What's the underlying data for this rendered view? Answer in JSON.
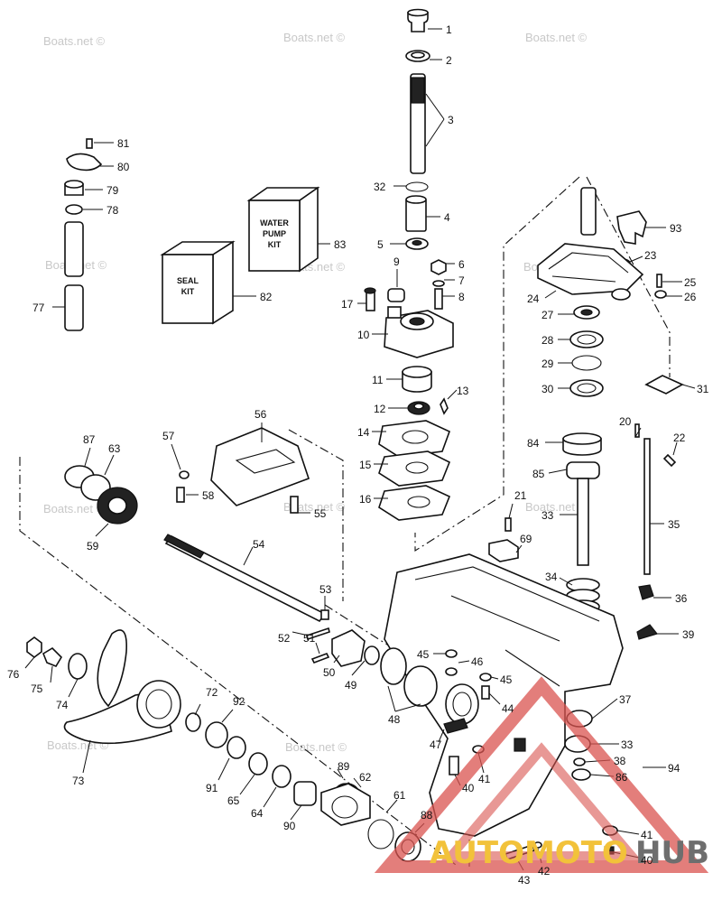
{
  "callouts": [
    {
      "id": "p1",
      "label": "1"
    },
    {
      "id": "p2",
      "label": "2"
    },
    {
      "id": "p3",
      "label": "3"
    },
    {
      "id": "p32",
      "label": "32"
    },
    {
      "id": "p4",
      "label": "4"
    },
    {
      "id": "p5",
      "label": "5"
    },
    {
      "id": "p9",
      "label": "9"
    },
    {
      "id": "p6",
      "label": "6"
    },
    {
      "id": "p7",
      "label": "7"
    },
    {
      "id": "p8",
      "label": "8"
    },
    {
      "id": "p17",
      "label": "17"
    },
    {
      "id": "p10",
      "label": "10"
    },
    {
      "id": "p11",
      "label": "11"
    },
    {
      "id": "p12",
      "label": "12"
    },
    {
      "id": "p13",
      "label": "13"
    },
    {
      "id": "p14",
      "label": "14"
    },
    {
      "id": "p15",
      "label": "15"
    },
    {
      "id": "p16",
      "label": "16"
    },
    {
      "id": "p81",
      "label": "81"
    },
    {
      "id": "p80",
      "label": "80"
    },
    {
      "id": "p79",
      "label": "79"
    },
    {
      "id": "p78",
      "label": "78"
    },
    {
      "id": "p77",
      "label": "77"
    },
    {
      "id": "p82",
      "label": "82"
    },
    {
      "id": "p83",
      "label": "83"
    },
    {
      "id": "p93",
      "label": "93"
    },
    {
      "id": "p23",
      "label": "23"
    },
    {
      "id": "p25",
      "label": "25"
    },
    {
      "id": "p24",
      "label": "24"
    },
    {
      "id": "p26",
      "label": "26"
    },
    {
      "id": "p27",
      "label": "27"
    },
    {
      "id": "p28",
      "label": "28"
    },
    {
      "id": "p29",
      "label": "29"
    },
    {
      "id": "p30",
      "label": "30"
    },
    {
      "id": "p31",
      "label": "31"
    },
    {
      "id": "p20",
      "label": "20"
    },
    {
      "id": "p22",
      "label": "22"
    },
    {
      "id": "p84",
      "label": "84"
    },
    {
      "id": "p85",
      "label": "85"
    },
    {
      "id": "p21",
      "label": "21"
    },
    {
      "id": "p33a",
      "label": "33"
    },
    {
      "id": "p35",
      "label": "35"
    },
    {
      "id": "p69",
      "label": "69"
    },
    {
      "id": "p34",
      "label": "34"
    },
    {
      "id": "p36",
      "label": "36"
    },
    {
      "id": "p39",
      "label": "39"
    },
    {
      "id": "p56",
      "label": "56"
    },
    {
      "id": "p57",
      "label": "57"
    },
    {
      "id": "p58",
      "label": "58"
    },
    {
      "id": "p55",
      "label": "55"
    },
    {
      "id": "p87",
      "label": "87"
    },
    {
      "id": "p63",
      "label": "63"
    },
    {
      "id": "p59",
      "label": "59"
    },
    {
      "id": "p54",
      "label": "54"
    },
    {
      "id": "p53",
      "label": "53"
    },
    {
      "id": "p52",
      "label": "52"
    },
    {
      "id": "p51",
      "label": "51"
    },
    {
      "id": "p50",
      "label": "50"
    },
    {
      "id": "p49",
      "label": "49"
    },
    {
      "id": "p45a",
      "label": "45"
    },
    {
      "id": "p46",
      "label": "46"
    },
    {
      "id": "p45b",
      "label": "45"
    },
    {
      "id": "p44",
      "label": "44"
    },
    {
      "id": "p48",
      "label": "48"
    },
    {
      "id": "p47",
      "label": "47"
    },
    {
      "id": "p41a",
      "label": "41"
    },
    {
      "id": "p40a",
      "label": "40"
    },
    {
      "id": "p37",
      "label": "37"
    },
    {
      "id": "p33b",
      "label": "33"
    },
    {
      "id": "p38",
      "label": "38"
    },
    {
      "id": "p86",
      "label": "86"
    },
    {
      "id": "p94",
      "label": "94"
    },
    {
      "id": "p76",
      "label": "76"
    },
    {
      "id": "p75",
      "label": "75"
    },
    {
      "id": "p74",
      "label": "74"
    },
    {
      "id": "p73",
      "label": "73"
    },
    {
      "id": "p72",
      "label": "72"
    },
    {
      "id": "p92",
      "label": "92"
    },
    {
      "id": "p91",
      "label": "91"
    },
    {
      "id": "p65",
      "label": "65"
    },
    {
      "id": "p64",
      "label": "64"
    },
    {
      "id": "p90",
      "label": "90"
    },
    {
      "id": "p89",
      "label": "89"
    },
    {
      "id": "p62",
      "label": "62"
    },
    {
      "id": "p61",
      "label": "61"
    },
    {
      "id": "p88",
      "label": "88"
    },
    {
      "id": "p41b",
      "label": "41"
    },
    {
      "id": "p40b",
      "label": "40"
    },
    {
      "id": "p42",
      "label": "42"
    },
    {
      "id": "p43",
      "label": "43"
    }
  ],
  "kit_boxes": {
    "seal_kit": [
      "SEAL",
      "KIT"
    ],
    "water_pump_kit": [
      "WATER",
      "PUMP",
      "KIT"
    ]
  },
  "watermark": "Boats.net ©",
  "brand": {
    "part1": "AUTOMOTO",
    "part2": "HUB",
    "color_primary": "#f2c23a",
    "color_secondary": "#6e6e6e",
    "triangle_color": "#d9534f"
  }
}
